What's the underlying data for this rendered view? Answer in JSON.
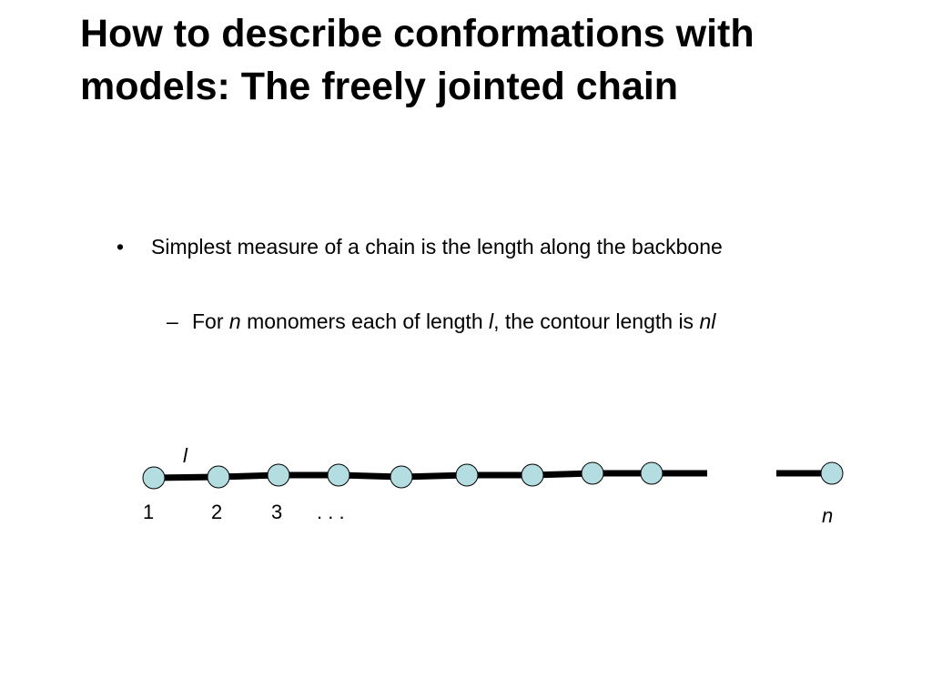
{
  "slide": {
    "title": "How to describe conformations with models: The freely jointed chain"
  },
  "bullets": {
    "level1": {
      "marker": "•",
      "text": "Simplest measure of a chain is the length along the backbone"
    },
    "level2": {
      "marker": "–",
      "parts": [
        "For ",
        "n",
        " monomers each of length ",
        "l",
        ", the contour length is ",
        "nl"
      ]
    }
  },
  "diagram": {
    "bond_label": "l",
    "monomer_labels": [
      "1",
      "2",
      "3",
      ". . ."
    ],
    "last_label": "n",
    "colors": {
      "monomer_fill": "#b3dde0",
      "bond": "#000000"
    }
  }
}
